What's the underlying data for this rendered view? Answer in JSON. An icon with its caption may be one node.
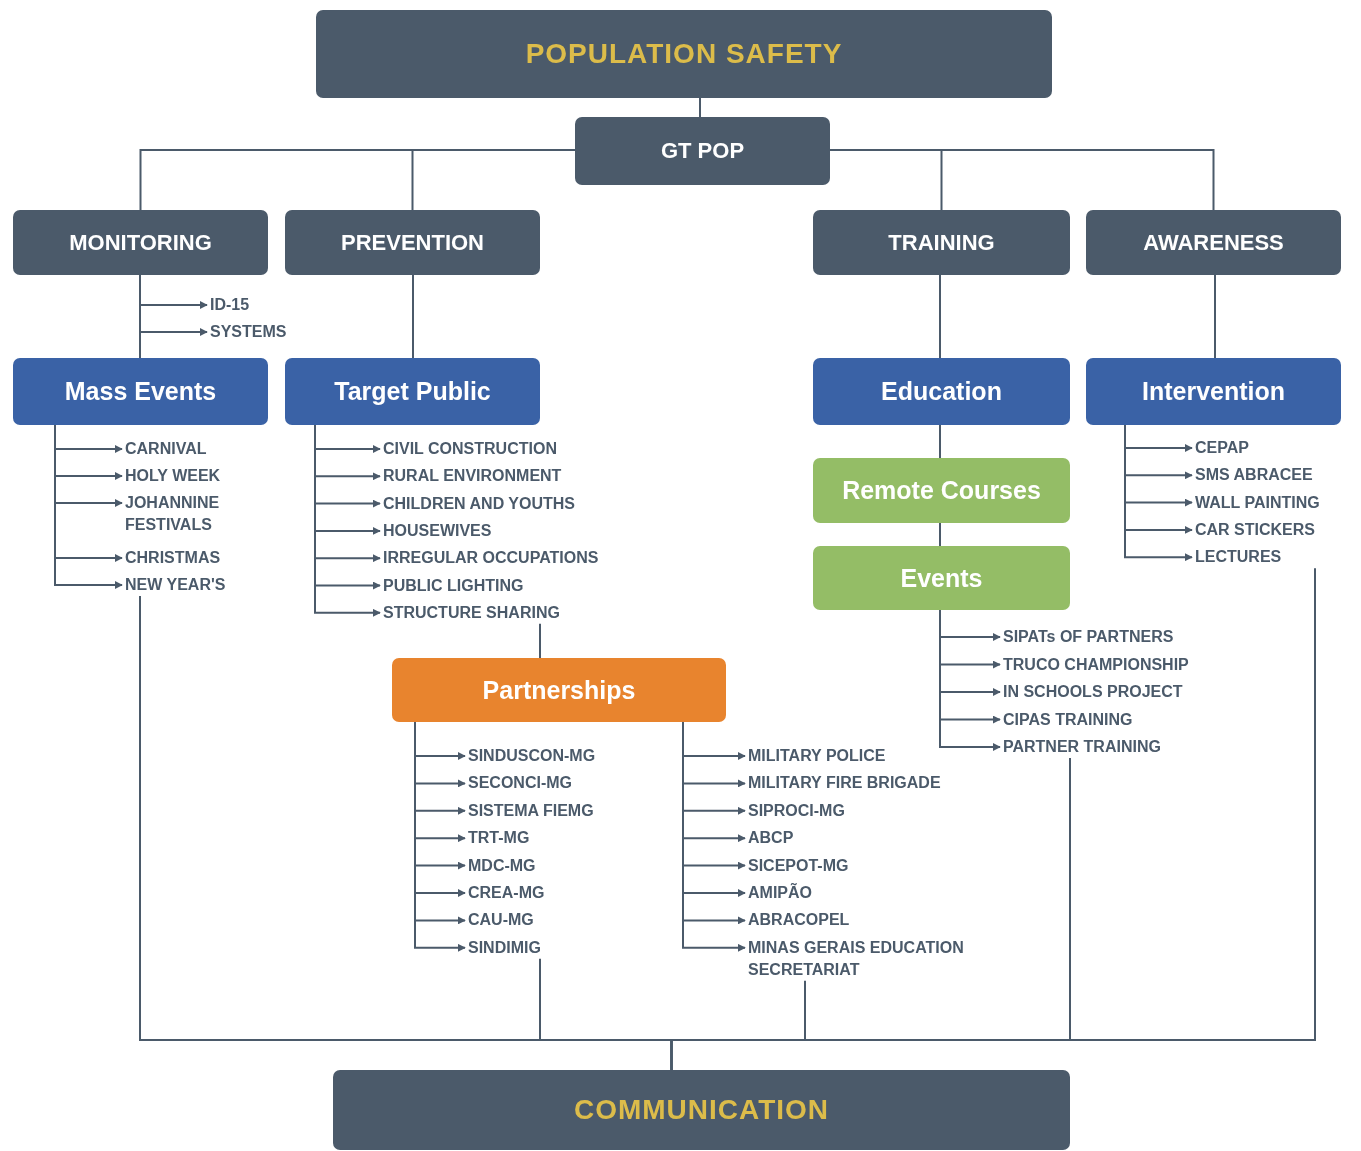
{
  "diagram": {
    "nodes": [
      {
        "text": [
          "POPULATION SAFETY"
        ]
      },
      {
        "text": [
          "GT POP"
        ]
      },
      {
        "text": [
          "MONITORING"
        ]
      },
      {
        "text": [
          "PREVENTION"
        ]
      },
      {
        "text": [
          "TRAINING"
        ]
      },
      {
        "text": [
          "AWARENESS"
        ]
      },
      {
        "text": [
          "ID-15"
        ]
      },
      {
        "text": [
          "SYSTEMS"
        ]
      },
      {
        "text": [
          "Mass Events"
        ]
      },
      {
        "text": [
          "Target Public"
        ]
      },
      {
        "text": [
          "Education"
        ]
      },
      {
        "text": [
          "Intervention"
        ]
      },
      {
        "text": [
          "CARNIVAL"
        ]
      },
      {
        "text": [
          "HOLY WEEK"
        ]
      },
      {
        "text": [
          "JOHANNINE FESTIVALS"
        ]
      },
      {
        "text": [
          "CHRISTMAS"
        ]
      },
      {
        "text": [
          "NEW YEAR'S"
        ]
      },
      {
        "text": [
          "CIVIL CONSTRUCTION"
        ]
      },
      {
        "text": [
          "RURAL ENVIRONMENT"
        ]
      },
      {
        "text": [
          "CHILDREN AND YOUTHS"
        ]
      },
      {
        "text": [
          "HOUSEWIVES"
        ]
      },
      {
        "text": [
          "IRREGULAR OCCUPATIONS"
        ]
      },
      {
        "text": [
          "PUBLIC LIGHTING"
        ]
      },
      {
        "text": [
          "STRUCTURE SHARING"
        ]
      },
      {
        "text": [
          "Remote Courses"
        ]
      },
      {
        "text": [
          "Events"
        ]
      },
      {
        "text": [
          "CEPAP"
        ]
      },
      {
        "text": [
          "SMS ABRACEE"
        ]
      },
      {
        "text": [
          "WALL PAINTING"
        ]
      },
      {
        "text": [
          "CAR STICKERS"
        ]
      },
      {
        "text": [
          "LECTURES"
        ]
      },
      {
        "text": [
          "SIPATs OF PARTNERS"
        ]
      },
      {
        "text": [
          "TRUCO CHAMPIONSHIP"
        ]
      },
      {
        "text": [
          "IN SCHOOLS PROJECT"
        ]
      },
      {
        "text": [
          "CIPAS TRAINING"
        ]
      },
      {
        "text": [
          "PARTNER TRAINING"
        ]
      },
      {
        "text": [
          "Partnerships"
        ]
      },
      {
        "text": [
          "SINDUSCON-MG"
        ]
      },
      {
        "text": [
          "SECONCI-MG"
        ]
      },
      {
        "text": [
          "SISTEMA FIEMG"
        ]
      },
      {
        "text": [
          "TRT-MG"
        ]
      },
      {
        "text": [
          "MDC-MG"
        ]
      },
      {
        "text": [
          "CREA-MG"
        ]
      },
      {
        "text": [
          "CAU-MG"
        ]
      },
      {
        "text": [
          "SINDIMIG"
        ]
      },
      {
        "text": [
          "MILITARY POLICE"
        ]
      },
      {
        "text": [
          "MILITARY FIRE BRIGADE"
        ]
      },
      {
        "text": [
          "SIPROCI-MG"
        ]
      },
      {
        "text": [
          "ABCP"
        ]
      },
      {
        "text": [
          "SICEPOT-MG"
        ]
      },
      {
        "text": [
          "AMIPÃO"
        ]
      },
      {
        "text": [
          "ABRACOPEL"
        ]
      },
      {
        "text": [
          "MINAS GERAIS EDUCATION SECRETARIAT"
        ]
      },
      {
        "text": [
          "COMMUNICATION"
        ]
      }
    ],
    "edges": [
      {
        "from": 0,
        "to": 1,
        "arrow": "none"
      },
      {
        "from": 1,
        "to": 2,
        "arrow": "none"
      },
      {
        "from": 1,
        "to": 3,
        "arrow": "none"
      },
      {
        "from": 1,
        "to": 4,
        "arrow": "none"
      },
      {
        "from": 1,
        "to": 5,
        "arrow": "none"
      },
      {
        "from": 2,
        "to": 6,
        "arrow": "to"
      },
      {
        "from": 2,
        "to": 7,
        "arrow": "to"
      },
      {
        "from": 2,
        "to": 8,
        "arrow": "none"
      },
      {
        "from": 3,
        "to": 9,
        "arrow": "none"
      },
      {
        "from": 4,
        "to": 10,
        "arrow": "none"
      },
      {
        "from": 5,
        "to": 11,
        "arrow": "none"
      },
      {
        "from": 8,
        "to": 12,
        "arrow": "to"
      },
      {
        "from": 8,
        "to": 13,
        "arrow": "to"
      },
      {
        "from": 8,
        "to": 14,
        "arrow": "to"
      },
      {
        "from": 8,
        "to": 15,
        "arrow": "to"
      },
      {
        "from": 8,
        "to": 16,
        "arrow": "to"
      },
      {
        "from": 9,
        "to": 17,
        "arrow": "to"
      },
      {
        "from": 9,
        "to": 18,
        "arrow": "to"
      },
      {
        "from": 9,
        "to": 19,
        "arrow": "to"
      },
      {
        "from": 9,
        "to": 20,
        "arrow": "to"
      },
      {
        "from": 9,
        "to": 21,
        "arrow": "to"
      },
      {
        "from": 9,
        "to": 22,
        "arrow": "to"
      },
      {
        "from": 9,
        "to": 23,
        "arrow": "to"
      },
      {
        "from": 10,
        "to": 24,
        "arrow": "none"
      },
      {
        "from": 24,
        "to": 25,
        "arrow": "none"
      },
      {
        "from": 11,
        "to": 26,
        "arrow": "to"
      },
      {
        "from": 11,
        "to": 27,
        "arrow": "to"
      },
      {
        "from": 11,
        "to": 28,
        "arrow": "to"
      },
      {
        "from": 11,
        "to": 29,
        "arrow": "to"
      },
      {
        "from": 11,
        "to": 30,
        "arrow": "to"
      },
      {
        "from": 25,
        "to": 31,
        "arrow": "to"
      },
      {
        "from": 25,
        "to": 32,
        "arrow": "to"
      },
      {
        "from": 25,
        "to": 33,
        "arrow": "to"
      },
      {
        "from": 25,
        "to": 34,
        "arrow": "to"
      },
      {
        "from": 25,
        "to": 35,
        "arrow": "to"
      },
      {
        "from": 23,
        "to": 36,
        "arrow": "none"
      },
      {
        "from": 36,
        "to": 37,
        "arrow": "to"
      },
      {
        "from": 36,
        "to": 38,
        "arrow": "to"
      },
      {
        "from": 36,
        "to": 39,
        "arrow": "to"
      },
      {
        "from": 36,
        "to": 40,
        "arrow": "to"
      },
      {
        "from": 36,
        "to": 41,
        "arrow": "to"
      },
      {
        "from": 36,
        "to": 42,
        "arrow": "to"
      },
      {
        "from": 36,
        "to": 43,
        "arrow": "to"
      },
      {
        "from": 36,
        "to": 44,
        "arrow": "to"
      },
      {
        "from": 36,
        "to": 45,
        "arrow": "to"
      },
      {
        "from": 36,
        "to": 46,
        "arrow": "to"
      },
      {
        "from": 36,
        "to": 47,
        "arrow": "to"
      },
      {
        "from": 36,
        "to": 48,
        "arrow": "to"
      },
      {
        "from": 36,
        "to": 49,
        "arrow": "to"
      },
      {
        "from": 36,
        "to": 50,
        "arrow": "to"
      },
      {
        "from": 36,
        "to": 51,
        "arrow": "to"
      },
      {
        "from": 36,
        "to": 52,
        "arrow": "to"
      },
      {
        "from": 16,
        "to": 53,
        "arrow": "none"
      },
      {
        "from": 44,
        "to": 53,
        "arrow": "none"
      },
      {
        "from": 52,
        "to": 53,
        "arrow": "none"
      },
      {
        "from": 35,
        "to": 53,
        "arrow": "none"
      },
      {
        "from": 30,
        "to": 53,
        "arrow": "none"
      }
    ]
  }
}
